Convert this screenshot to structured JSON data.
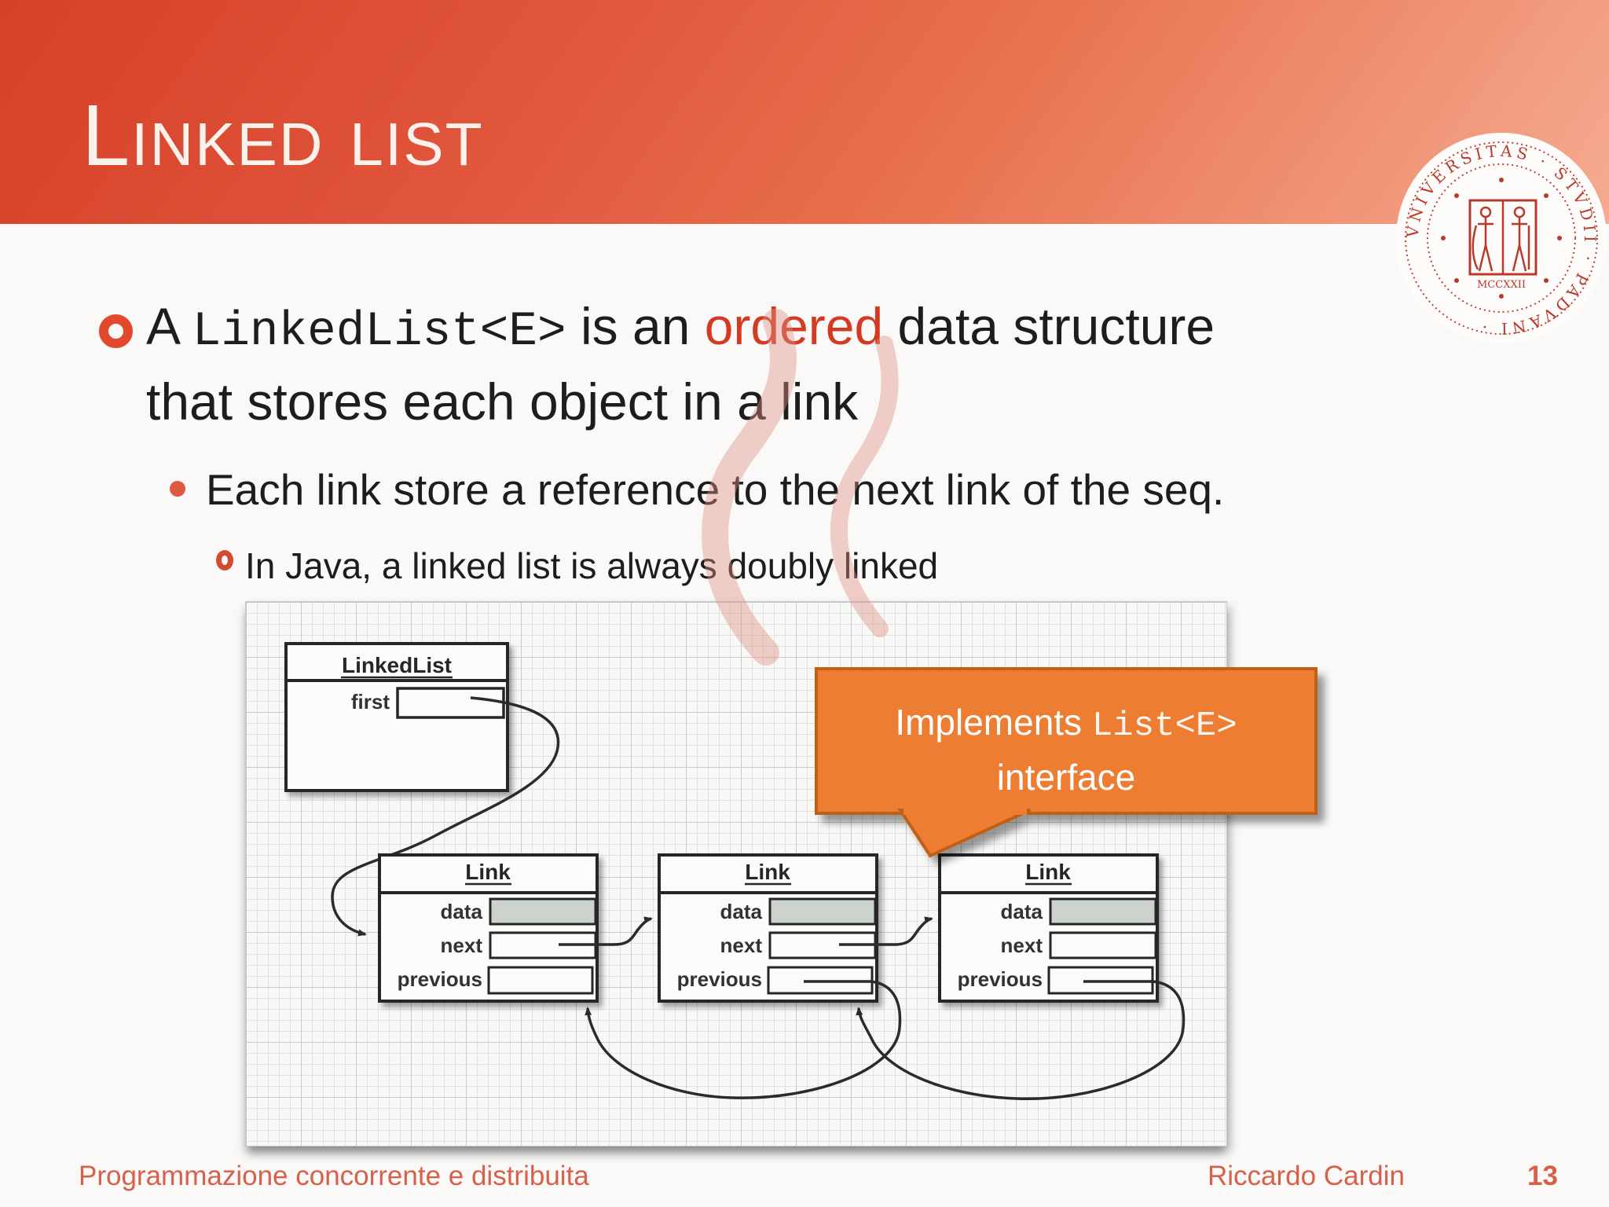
{
  "slide": {
    "title": "Linked list",
    "footer_left": "Programmazione concorrente e distribuita",
    "footer_right": "Riccardo Cardin",
    "page_number": "13"
  },
  "bullets": {
    "level1_pre": "A ",
    "level1_code": "LinkedList<E>",
    "level1_mid": " is an ",
    "level1_emphasis": "ordered",
    "level1_post": " data structure",
    "level1_line2": "that stores each object in a link",
    "level2": "Each link store a reference to the next link of the seq.",
    "level3": "In Java, a linked list is always doubly linked"
  },
  "diagram": {
    "linkedlist_title": "LinkedList",
    "first_field": "first",
    "link_title": "Link",
    "fields": {
      "data": "data",
      "next": "next",
      "previous": "previous"
    },
    "callout": {
      "sans": "Implements ",
      "code": "List<E>",
      "line2": "interface"
    }
  },
  "logo": {
    "ring_text": "VNIVERSITAS · STVDII · PADVANI ·",
    "year_text": "MCCXXII"
  },
  "colors": {
    "header_top": "#d64028",
    "header_bottom": "#f5ab91",
    "accent_red": "#d43a22",
    "bullet_orange": "#e2492c",
    "footer_text": "#d7604b",
    "callout_fill": "#ed7d31",
    "callout_border": "#c05f16",
    "data_cell_fill": "#ccd3cc"
  }
}
